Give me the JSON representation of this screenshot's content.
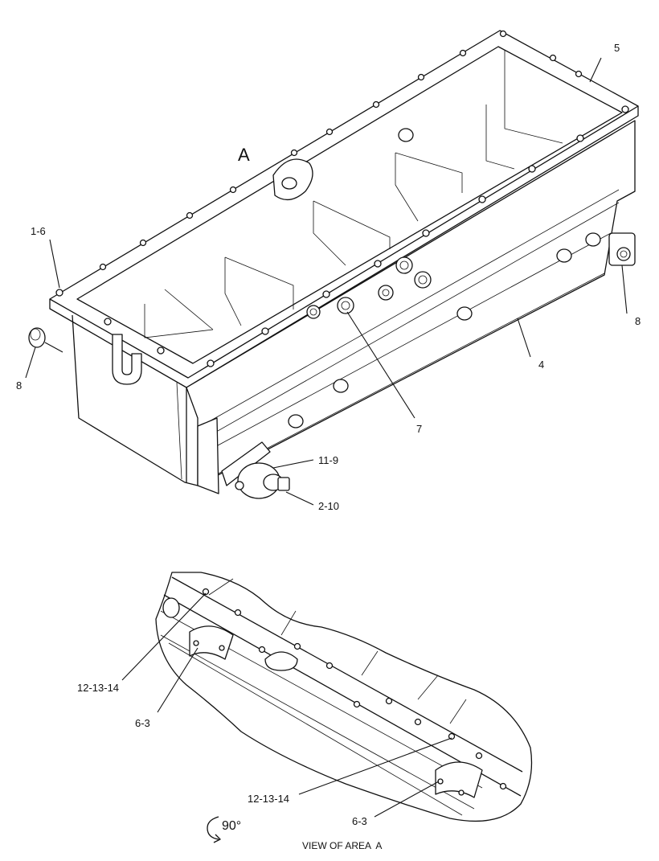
{
  "main_view": {
    "area_marker": "A",
    "callouts": {
      "c_5": "5",
      "c_1_6": "1-6",
      "c_8_left": "8",
      "c_8_right": "8",
      "c_4": "4",
      "c_7": "7",
      "c_11_9": "11-9",
      "c_2_10": "2-10"
    }
  },
  "detail_view": {
    "callouts": {
      "c_12_13_14_top": "12-13-14",
      "c_6_3_top": "6-3",
      "c_12_13_14_bottom": "12-13-14",
      "c_6_3_bottom": "6-3"
    },
    "rotation_label": "90°",
    "caption": "VIEW OF AREA  A"
  },
  "icons": [
    "rotate-arrow-icon"
  ]
}
